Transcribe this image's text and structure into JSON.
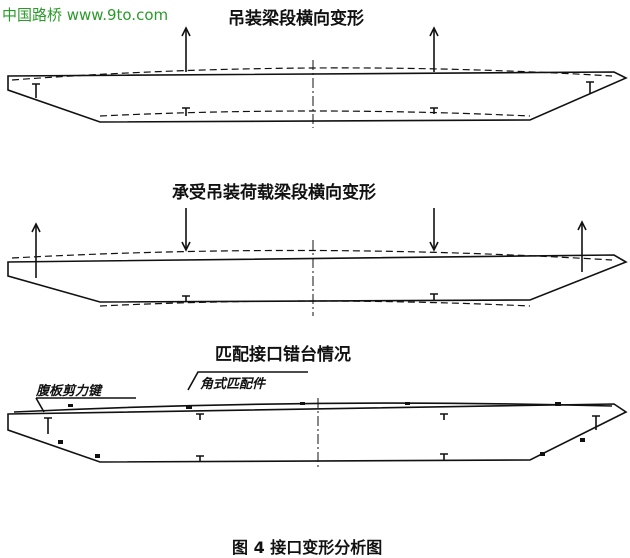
{
  "watermark": "中国路桥 www.9to.com",
  "panels": [
    {
      "title": "吊装梁段横向变形"
    },
    {
      "title": "承受吊装荷载梁段横向变形"
    },
    {
      "title": "匹配接口错台情况",
      "labels": [
        "腹板剪力键",
        "角式匹配件"
      ]
    }
  ],
  "caption": "图 4    接口变形分析图"
}
